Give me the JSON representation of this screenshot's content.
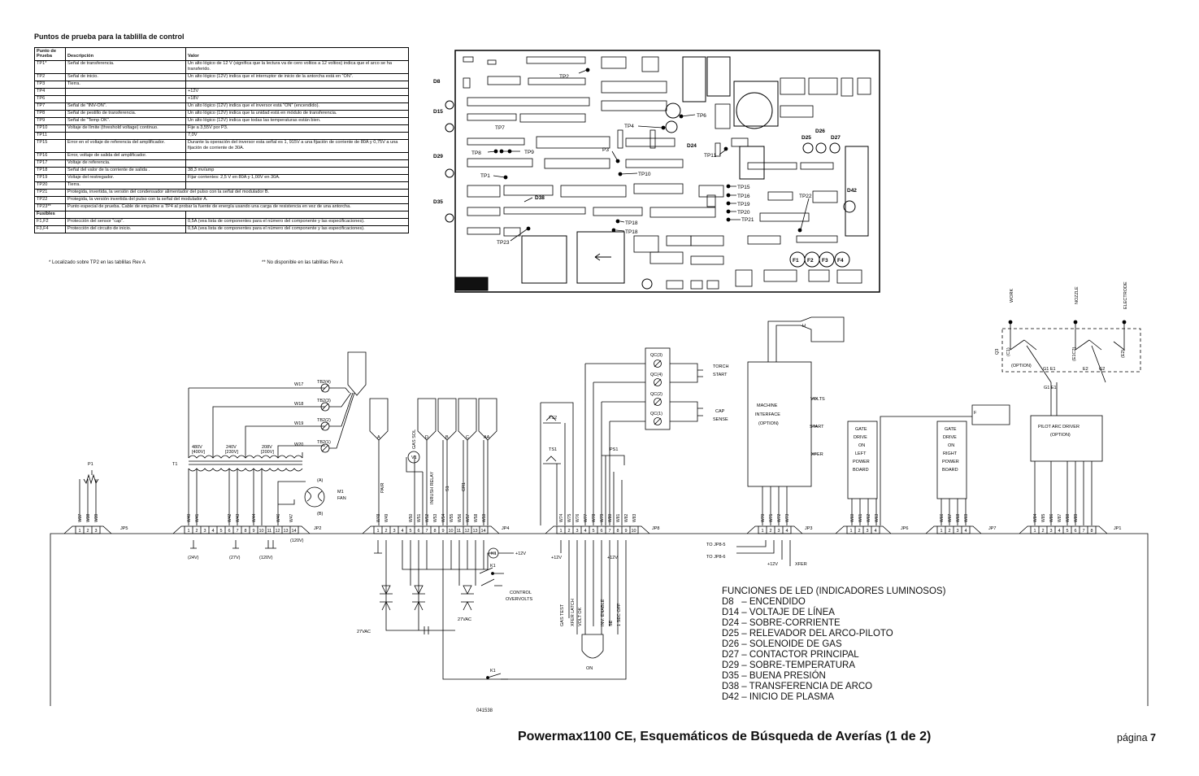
{
  "table": {
    "title": "Puntos de prueba para la tablilla de control",
    "headers": [
      "Punto de Prueba",
      "Descripción",
      "Valor"
    ],
    "rows": [
      [
        "TP1*",
        "Señal de transferencia.",
        "Un alto lógico de 12 V (significa que la lectura va de cero voltios a 12 voltios) indica que el arco se ha transferido."
      ],
      [
        "TP2",
        "Señal de inicio.",
        "Un alto lógico (12V) indica que el interruptor de inicio de la antorcha está en “ON”."
      ],
      [
        "TP3",
        "Tierra.",
        ""
      ],
      [
        "TP4",
        "",
        "+12V"
      ],
      [
        "TP6",
        "",
        "+18V"
      ],
      [
        "TP7",
        "Señal de “INV-ON”.",
        "Un alto lógico (12V) indica que el inversor está “ON” (encendido)."
      ],
      [
        "TP8",
        "Señal de pestillo de transferencia.",
        "Un alto lógico (12V) indica que la unidad está en módulo de transferencia."
      ],
      [
        "TP9",
        "Señal de “Temp OK”.",
        "Un alto lógico (12V) indica que todas las temperaturas están bien."
      ],
      [
        "TP10",
        "Voltaje de límite (threshold voltage) continuo.",
        "Fije a 3,55V por P3."
      ],
      [
        "TP11",
        "",
        "7,0V"
      ],
      [
        "TP15",
        "Error en el voltaje de referencia del amplificador.",
        "Durante la operación del inversor esta señal es 1, 915V a una fijación de corriente de 80A y 0,75V a una fijación de corriente de 30A."
      ],
      [
        "TP16",
        "Error, voltaje de salida del amplificador.",
        ""
      ],
      [
        "TP17",
        "Voltaje de referencia.",
        ""
      ],
      [
        "TP18",
        "Señal del valor de la corriente de salida .",
        "38,3 mv/amp"
      ],
      [
        "TP19",
        "Voltaje del restregador.",
        "Fijar corrientes: 2,5 V en 80A y 1,00V en 30A."
      ],
      [
        "TP20",
        "Tierra.",
        ""
      ]
    ],
    "span_rows": [
      [
        "TP21",
        "Protegida, invertida, la versión del condensador alimentador del pulso con la señal del modulador B."
      ],
      [
        "TP22",
        "Protegida, la versión invertida del pulso con la señal del modulador A."
      ],
      [
        "TP23**",
        "Punto especial de prueba. Cable de empalme a TP4 al probar la fuente de energía usando una carga de resistencia en vez de una antorcha."
      ]
    ],
    "fuses_header": "Fusibles",
    "fuse_rows": [
      [
        "F1,F2",
        "Protección del sensor “cap”.",
        "0,5A (vea lista de componentes para el número del componente y las especificaciones)."
      ],
      [
        "F3,F4",
        "Protección del circuito de inicio.",
        "0,5A (vea lista de componentes para el número del componente y las especificaciones)."
      ]
    ],
    "footnote_1": "* Localizado sobre TP2 en las tablillas Rev A",
    "footnote_2": "** No disponible en las tablillas Rev A"
  },
  "board": {
    "labels": [
      "TP2",
      "D8",
      "D15",
      "TP7",
      "TP8",
      "TP9",
      "TP4",
      "TP6",
      "D24",
      "P3",
      "TP11",
      "D25",
      "D26",
      "D27",
      "TP10",
      "TP1",
      "D29",
      "D38",
      "TP15",
      "TP16",
      "TP19",
      "TP20",
      "TP21",
      "TP22",
      "D42",
      "D35",
      "TP18",
      "TP18",
      "TP23",
      "F1",
      "F2",
      "F3",
      "F4"
    ]
  },
  "schematic": {
    "labels": {
      "p1": "P1",
      "t1": "T1",
      "jp5": "JP5",
      "jp2": "JP2",
      "jp4": "JP4",
      "jp8": "JP8",
      "jp3": "JP3",
      "jp6": "JP6",
      "jp7": "JP7",
      "jp1": "JP1",
      "tb4": "TB2(4)",
      "tb3": "TB2(3)",
      "tb2": "TB2(2)",
      "tb1": "TB2(1)",
      "w17": "W17",
      "w18": "W18",
      "w19": "W19",
      "w20": "W20",
      "v480": "480V",
      "v400": "[400V]",
      "v240": "240V",
      "v230": "[230V]",
      "v208": "208V",
      "v200": "[200V]",
      "fan_a": "(A)",
      "fan_b": "(B)",
      "m1": "M1",
      "fan": "FAN",
      "v24": "(24V)",
      "v27": "(27V)",
      "v120a": "(120V)",
      "v120b": "(120V)",
      "a": "A",
      "b": "B",
      "c": "C",
      "d": "D",
      "aa": "AA",
      "gas_sol": "GAS SOL",
      "v1": "V1",
      "pair": "PAIR",
      "inrush": "INRUSH RELAY",
      "s1": "S1",
      "cr1": "CR1",
      "qc3": "QC(3)",
      "qc4": "QC(4)",
      "qc2": "QC(2)",
      "qc1": "QC(1)",
      "torch": "TORCH",
      "start": "START",
      "cap": "CAP",
      "sense": "SENSE",
      "ts2": "TS2",
      "ts1": "TS1",
      "ps1": "PS1",
      "k1": "K1",
      "k1b": "K1",
      "k1c": "K1",
      "p12a": "+12V",
      "p12b": "+12V",
      "p12c": "+12V",
      "p12d": "+12V",
      "ctrl1": "CONTROL",
      "ctrl2": "OVERVOLTS",
      "v27ac": "27VAC",
      "v27ac2": "27VAC",
      "gastest": "GAS TEST",
      "xferlatch": "XFER LATCH",
      "voltok": "VOLT OK",
      "invenable": "INV. ENABLE",
      "se": "SE",
      "secoff": "1 SEC OFF",
      "on": "ON",
      "mi1": "MACHINE",
      "mi2": "INTERFACE",
      "mi3": "(OPTION)",
      "volts": "VOLTS",
      "start2": "START",
      "xfer": "XFER",
      "tojp85": "TO JP8-5",
      "tojp86": "TO JP8-6",
      "xfer2": "XFER",
      "h": "H",
      "f": "F",
      "gd1": "GATE",
      "gd2": "DRIVE",
      "gd3": "ON",
      "gd4": "LEFT",
      "gd5": "POWER",
      "gd6": "BOARD",
      "gr1": "GATE",
      "gr2": "DRIVE",
      "gr3": "ON",
      "gr4": "RIGHT",
      "gr5": "POWER",
      "gr6": "BOARD",
      "pad1": "PILOT ARC DRIVER",
      "pad2": "(OPTION)",
      "work": "WORK",
      "nozzle": "NOZZLE",
      "electrode": "ELECTRODE",
      "q3": "Q3",
      "c1": "(C1)",
      "option": "(OPTION)",
      "g1e1": "G1 E1",
      "e2": "E2",
      "g2": "G2",
      "e1c2": "(E1C2)",
      "e2b": "(E2)"
    }
  },
  "led": {
    "title": "FUNCIONES DE LED (INDICADORES LUMINOSOS)",
    "items": [
      "D8   – ENCENDIDO",
      "D14 – VOLTAJE DE LÍNEA",
      "D24 – SOBRE-CORRIENTE",
      "D25 – RELEVADOR DEL ARCO-PILOTO",
      "D26 – SOLENOIDE DE GAS",
      "D27 – CONTACTOR PRINCIPAL",
      "D29 – SOBRE-TEMPERATURA",
      "D35 – BUENA PRESIÓN",
      "D38 – TRANSFERENCIA DE ARCO",
      "D42 – INICIO DE PLASMA"
    ]
  },
  "footer": {
    "code": "041538",
    "title": "Powermax1100 CE, Esquemáticos de Búsqueda de Averías (1 de 2)",
    "page_label": "página",
    "page_number": "7"
  }
}
